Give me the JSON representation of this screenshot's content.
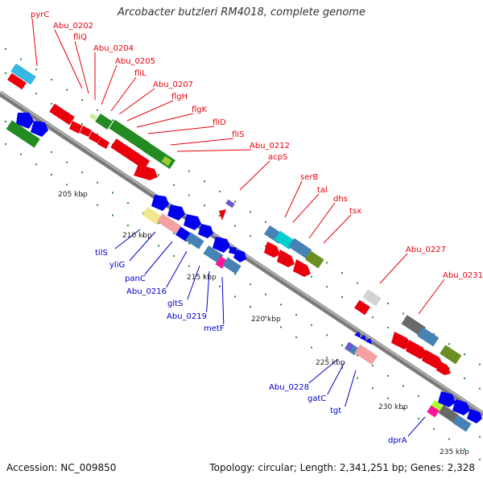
{
  "title": "Arcobacter butzleri RM4018, complete genome",
  "accession": "Accession: NC_009850",
  "summary": "Topology: circular; Length: 2,341,251 bp; Genes: 2,328",
  "colors": {
    "backbone": "#8a8a8a",
    "label_top": "#e8000b",
    "label_bottom": "#0000cc",
    "tick": "#2e8b2e"
  },
  "kbp_ticks": [
    "205 kbp",
    "210 kbp",
    "215 kbp",
    "220 kbp",
    "225 kbp",
    "230 kbp",
    "235 kbp"
  ],
  "top_labels": [
    "pyrC",
    "Abu_0202",
    "fliQ",
    "Abu_0204",
    "Abu_0205",
    "fliL",
    "Abu_0207",
    "flgH",
    "flgK",
    "fliD",
    "fliS",
    "Abu_0212",
    "acpS",
    "serB",
    "tal",
    "dhs",
    "tsx",
    "Abu_0227",
    "Abu_0231"
  ],
  "bottom_labels": [
    "tilS",
    "yliG",
    "panC",
    "Abu_0216",
    "gltS",
    "Abu_0219",
    "metF",
    "Abu_0228",
    "gatC",
    "tgt",
    "dprA"
  ]
}
